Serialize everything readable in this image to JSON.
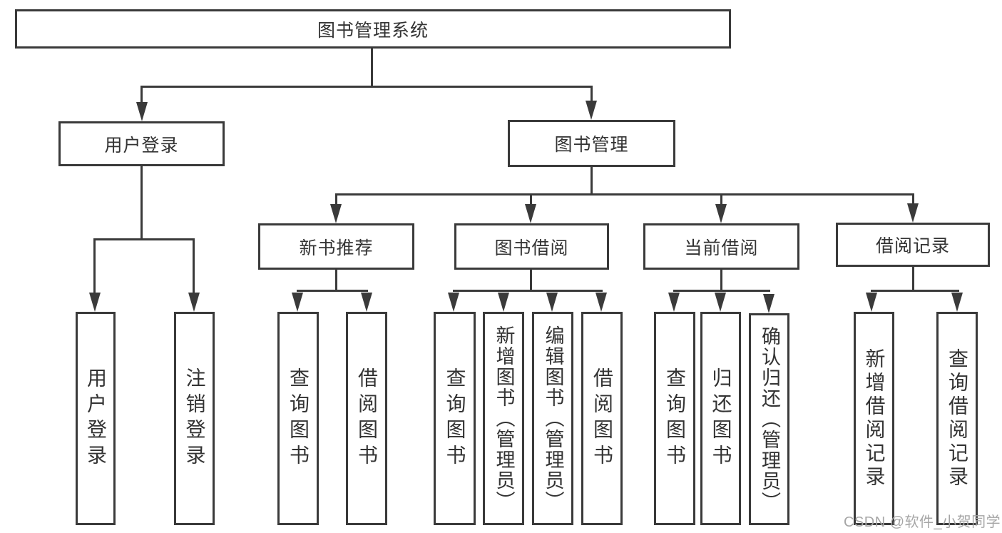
{
  "tree": {
    "root": "图书管理系统",
    "branches": [
      {
        "label": "用户登录",
        "leaves": [
          "用户登录",
          "注销登录"
        ]
      },
      {
        "label": "图书管理",
        "children": [
          {
            "label": "新书推荐",
            "leaves": [
              "查询图书",
              "借阅图书"
            ]
          },
          {
            "label": "图书借阅",
            "leaves": [
              "查询图书",
              "新增图书（管理员）",
              "编辑图书（管理员）",
              "借阅图书"
            ]
          },
          {
            "label": "当前借阅",
            "leaves": [
              "查询图书",
              "归还图书",
              "确认归还（管理员）"
            ]
          },
          {
            "label": "借阅记录",
            "leaves": [
              "新增借阅记录",
              "查询借阅记录"
            ]
          }
        ]
      }
    ]
  },
  "watermark": {
    "text": "CSDN @软件_小贺同学"
  },
  "colors": {
    "line": "#3a3a3a",
    "text": "#333333",
    "watermark": "#a6a6a6",
    "background": "#ffffff"
  }
}
